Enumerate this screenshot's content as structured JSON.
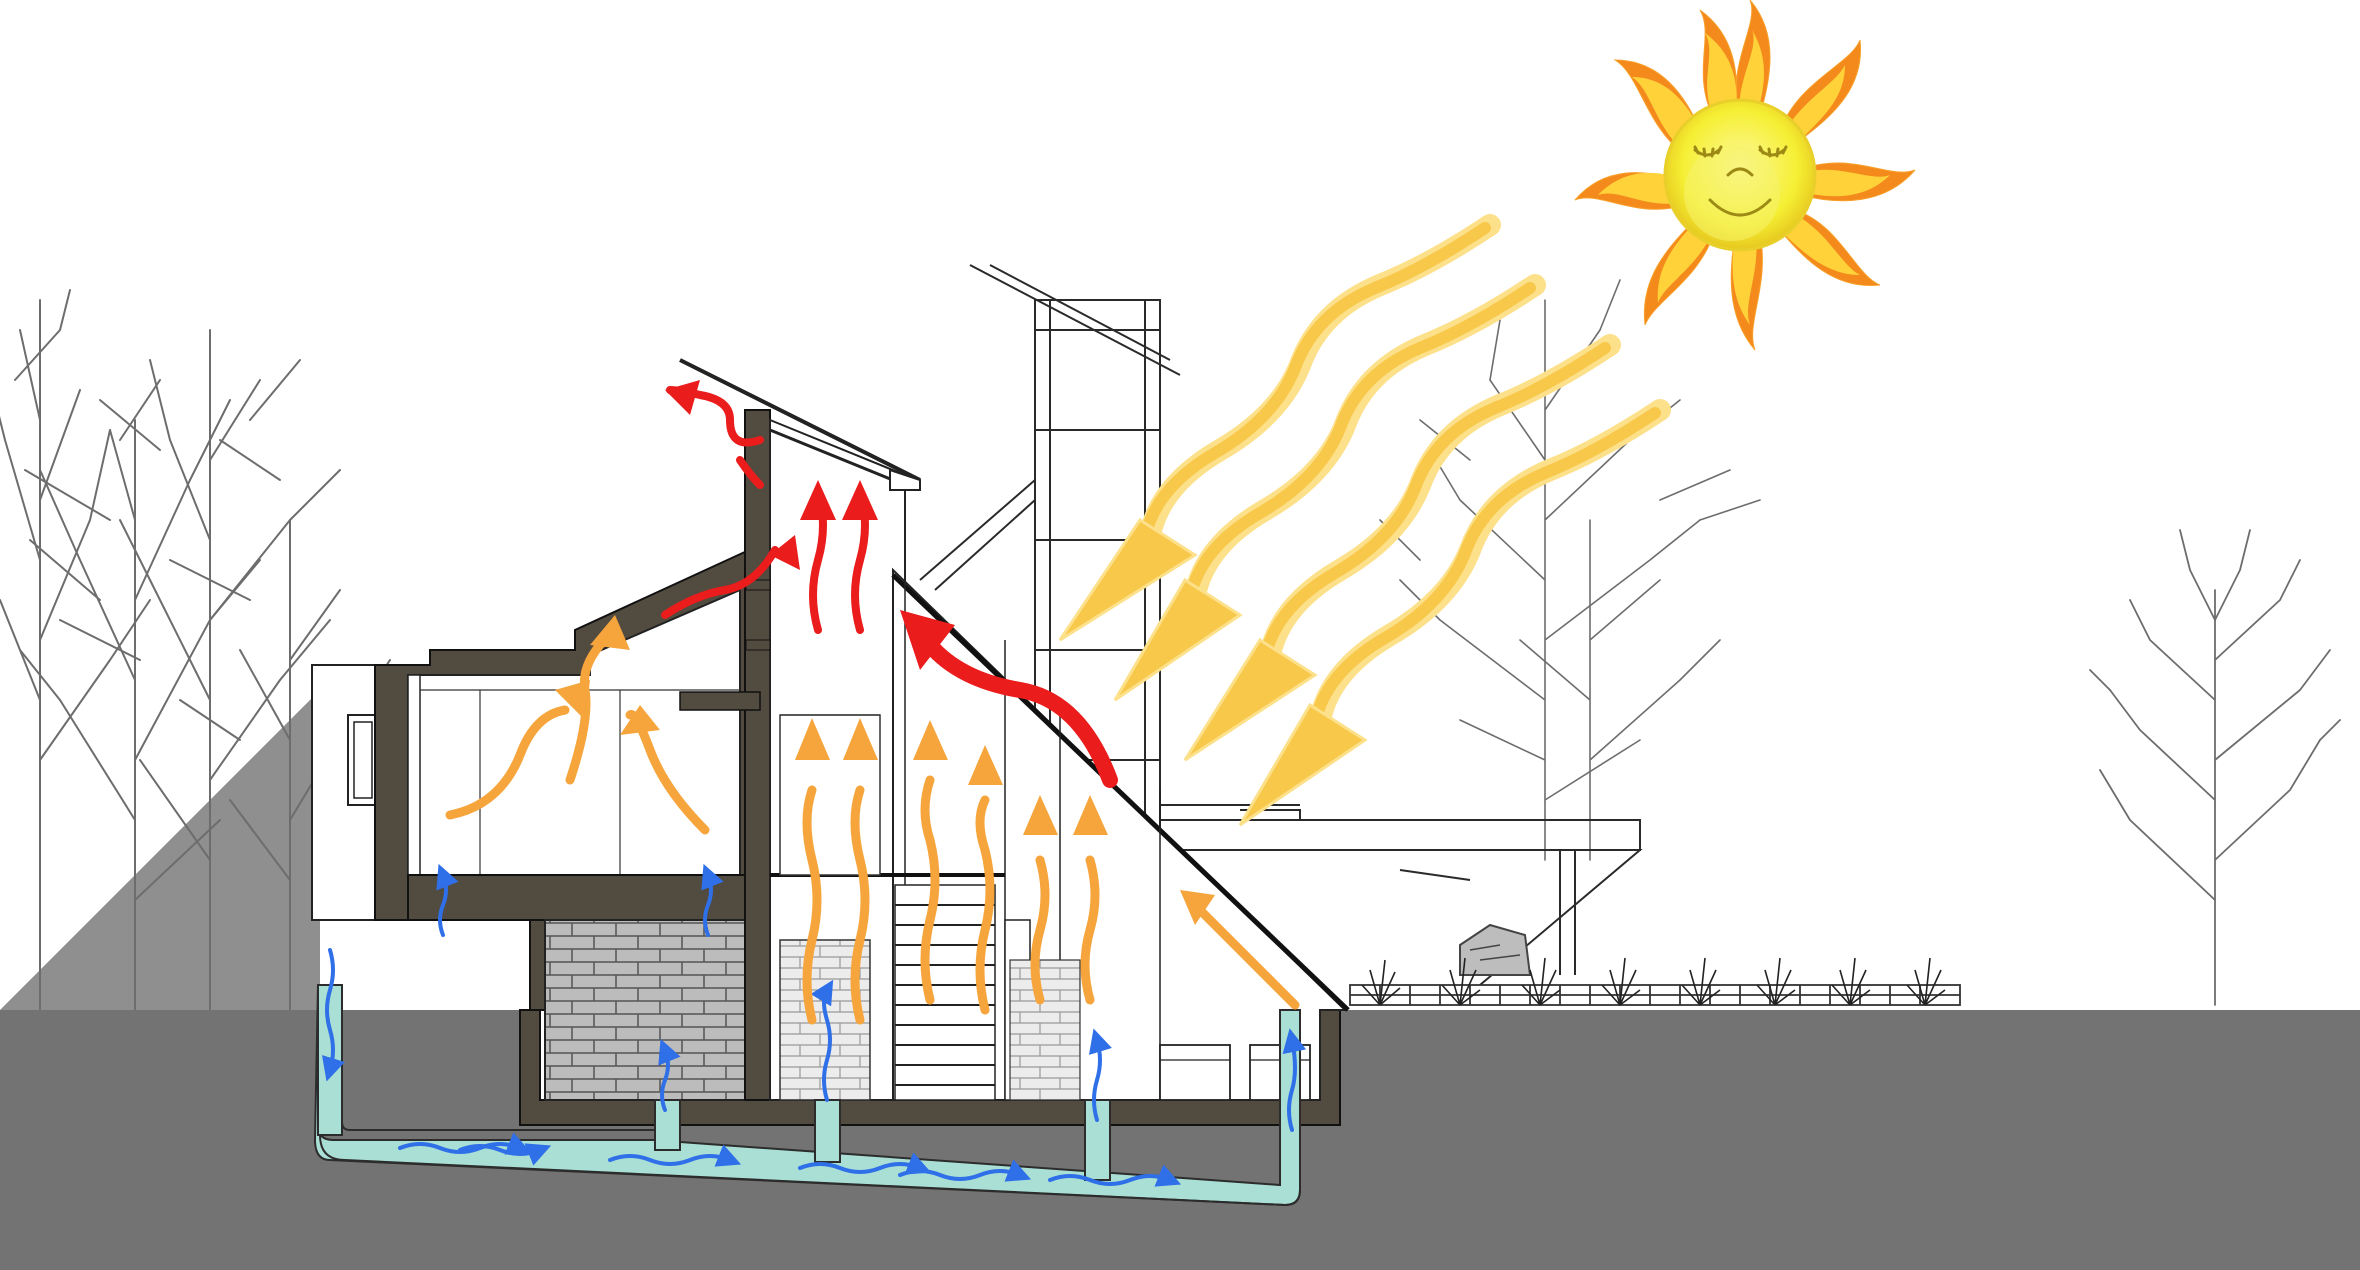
{
  "diagram": {
    "type": "architectural-section",
    "colors": {
      "sky": "#ffffff",
      "ground": "#737373",
      "shadow": "#8d8d8d",
      "wall": "#524b40",
      "wall_outline": "#111111",
      "brick": "#b9b9b9",
      "duct": "#a9dfd5",
      "duct_outline": "#2c2c2c",
      "cool_air": "#2f6fe8",
      "warm_air": "#f6a53c",
      "hot_air": "#ea1c1c",
      "sun_ray": "#f8c84a",
      "sun_ray_edge": "#fde08a",
      "sun_body": "#f5f032",
      "sun_flame_outer": "#f48a1c",
      "sun_flame_inner": "#ffd23a",
      "tree": "#6a6a6a",
      "line": "#222222"
    },
    "icons": [
      "sun-icon",
      "tree-icon",
      "shrub-icon"
    ],
    "flows": {
      "cool_air_count": 12,
      "warm_air_count": 12,
      "hot_air_count": 6,
      "sun_ray_count": 4
    }
  }
}
